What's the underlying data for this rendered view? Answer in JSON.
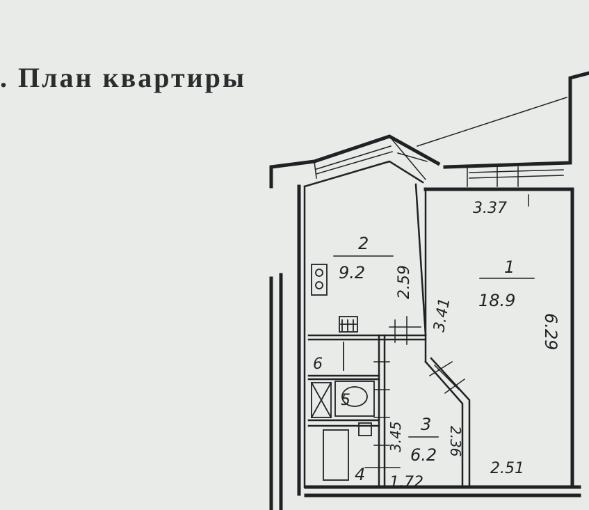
{
  "title": ". План квартиры",
  "rooms": [
    {
      "number": "2",
      "area": "9.2"
    },
    {
      "number": "1",
      "area": "18.9"
    },
    {
      "number": "3",
      "area": "6.2"
    },
    {
      "number": "4"
    },
    {
      "number": "5"
    },
    {
      "number": "6"
    }
  ],
  "dimensions": {
    "room2_height": "2.59",
    "room1_top_width": "3.37",
    "room1_diag": "3.41",
    "room1_right": "6.29",
    "room1_bottom": "2.51",
    "hall_left": "3.45",
    "hall_right": "2.36",
    "hall_bottom": "1.72"
  },
  "colors": {
    "ink": "#1f2124",
    "paper": "#e9ebe8"
  }
}
